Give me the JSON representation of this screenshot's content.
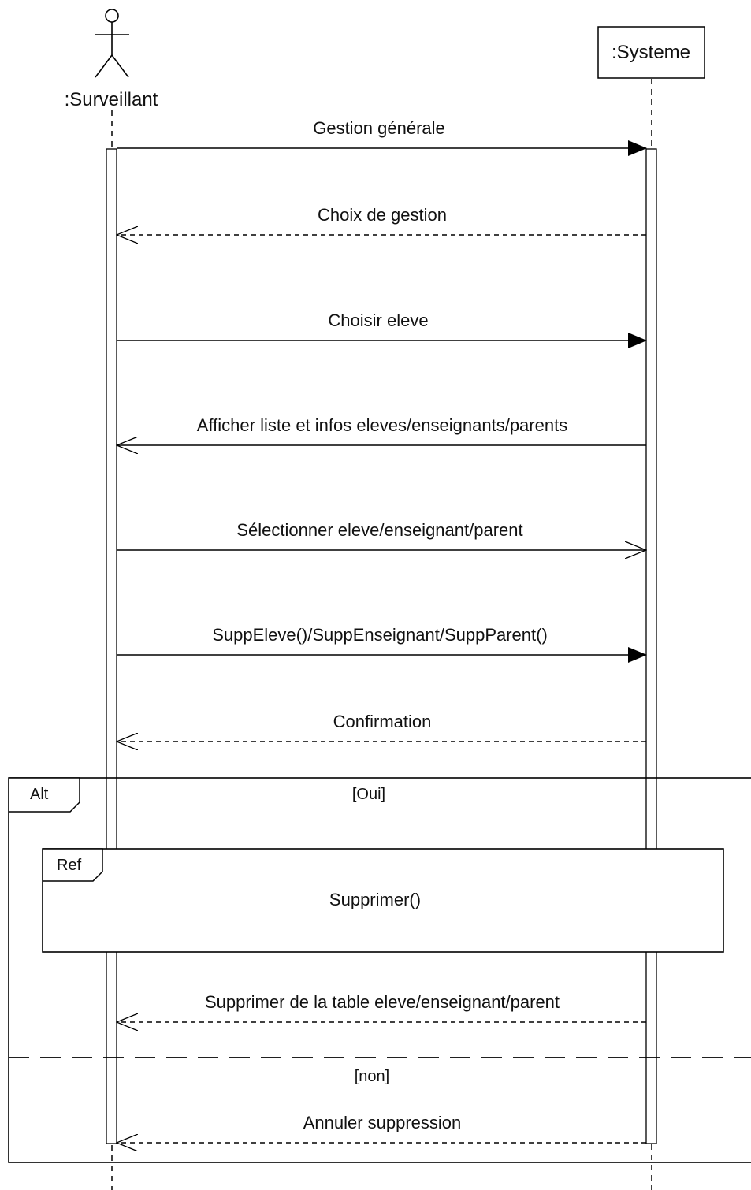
{
  "lifelines": {
    "actor": ":Surveillant",
    "system": ":Systeme"
  },
  "messages": [
    {
      "label": "Gestion générale",
      "direction": "to-system",
      "style": "synchronous"
    },
    {
      "label": "Choix de gestion",
      "direction": "to-actor",
      "style": "reply"
    },
    {
      "label": "Choisir eleve",
      "direction": "to-system",
      "style": "synchronous"
    },
    {
      "label": "Afficher liste et infos eleves/enseignants/parents",
      "direction": "to-actor",
      "style": "asynchronous"
    },
    {
      "label": "Sélectionner eleve/enseignant/parent",
      "direction": "to-system",
      "style": "asynchronous"
    },
    {
      "label": "SuppEleve()/SuppEnseignant/SuppParent()",
      "direction": "to-system",
      "style": "synchronous"
    },
    {
      "label": "Confirmation",
      "direction": "to-actor",
      "style": "reply"
    },
    {
      "label": "Supprimer de la table eleve/enseignant/parent",
      "direction": "to-actor",
      "style": "reply"
    },
    {
      "label": "Annuler suppression",
      "direction": "to-actor",
      "style": "reply"
    }
  ],
  "fragments": {
    "alt": {
      "operator": "Alt",
      "guard_yes": "[Oui]",
      "guard_no": "[non]"
    },
    "ref": {
      "operator": "Ref",
      "content": "Supprimer()"
    }
  }
}
